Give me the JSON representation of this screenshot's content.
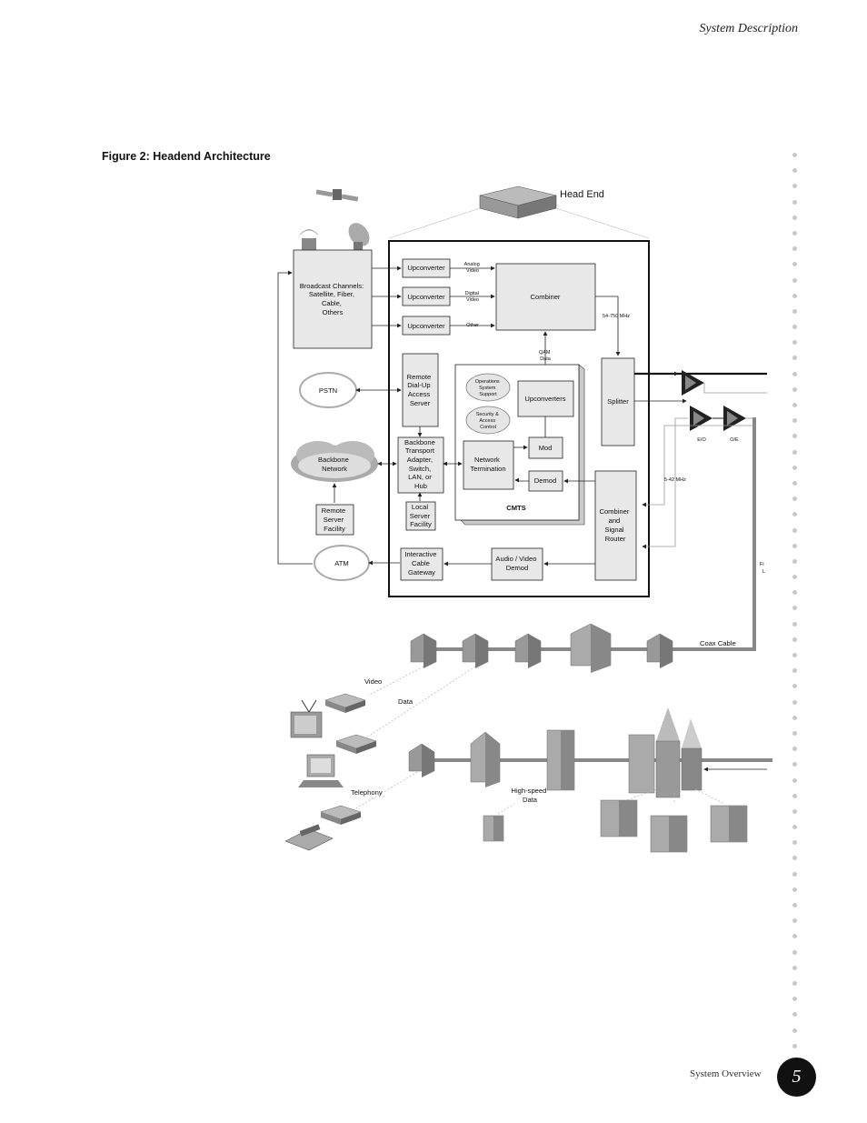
{
  "header": {
    "section_title": "System Description"
  },
  "figure": {
    "caption": "Figure 2:  Headend Architecture"
  },
  "footer": {
    "section": "System Overview",
    "page_number": "5"
  },
  "diagram": {
    "head_end": "Head End",
    "broadcast": {
      "l1": "Broadcast Channels:",
      "l2": "Satellite, Fiber,",
      "l3": "Cable,",
      "l4": "Others"
    },
    "upconverter": "Upconverter",
    "analog_video": {
      "l1": "Analog",
      "l2": "Video"
    },
    "digital_video": {
      "l1": "Digital",
      "l2": "Video"
    },
    "other": "Other",
    "combiner": "Combiner",
    "freq_high": "54-750 MHz",
    "qam": {
      "l1": "QAM",
      "l2": "Data"
    },
    "splitter": "Splitter",
    "pstn": "PSTN",
    "remote_dialup": {
      "l1": "Remote",
      "l2": "Dial-Up",
      "l3": "Access",
      "l4": "Server"
    },
    "ops_support": {
      "l1": "Operations",
      "l2": "System",
      "l3": "Support"
    },
    "security": {
      "l1": "Security &",
      "l2": "Access",
      "l3": "Control"
    },
    "upconverters": "Upconverters",
    "eo": "E/O",
    "oe": "O/E",
    "backbone_network": {
      "l1": "Backbone",
      "l2": "Network"
    },
    "backbone_transport": {
      "l1": "Backbone",
      "l2": "Transport",
      "l3": "Adapter,",
      "l4": "Switch,",
      "l5": "LAN, or",
      "l6": "Hub"
    },
    "network_termination": {
      "l1": "Network",
      "l2": "Termination"
    },
    "mod": "Mod",
    "demod": "Demod",
    "freq_low": "5-42 MHz",
    "cmts": "CMTS",
    "remote_server": {
      "l1": "Remote",
      "l2": "Server",
      "l3": "Facility"
    },
    "local_server": {
      "l1": "Local",
      "l2": "Server",
      "l3": "Facility"
    },
    "combiner_router": {
      "l1": "Combiner",
      "l2": "and",
      "l3": "Signal",
      "l4": "Router"
    },
    "atm": "ATM",
    "interactive_gateway": {
      "l1": "Interactive",
      "l2": "Cable",
      "l3": "Gateway"
    },
    "av_demod": {
      "l1": "Audio / Video",
      "l2": "Demod"
    },
    "fiber_cut": {
      "l1": "Fi",
      "l2": "L"
    },
    "coax_cable": "Coax Cable",
    "video": "Video",
    "data": "Data",
    "telephony": "Telephony",
    "highspeed": {
      "l1": "High-speed",
      "l2": "Data"
    }
  }
}
